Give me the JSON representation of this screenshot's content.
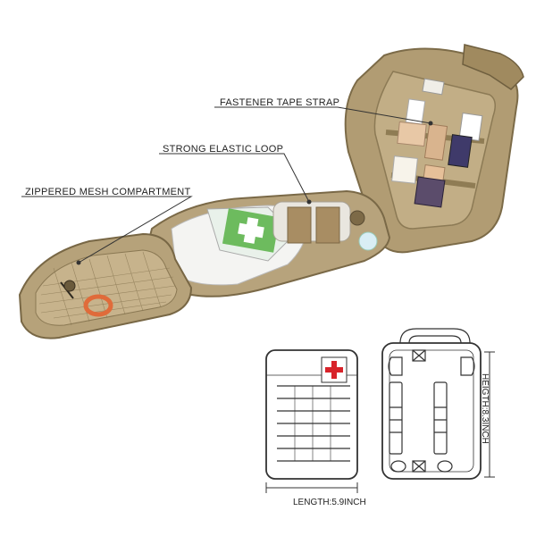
{
  "callouts": {
    "fastener": "FASTENER TAPE STRAP",
    "elastic": "STRONG ELASTIC LOOP",
    "mesh": "ZIPPERED MESH COMPARTMENT"
  },
  "dimensions": {
    "length": "LENGTH:5.9INCH",
    "height": "HEIGTH:8.3INCH"
  },
  "colors": {
    "bag": "#b9a57f",
    "bag_dark": "#8c7a55",
    "cross": "#d8232a",
    "green": "#4caf50",
    "line": "#333333"
  }
}
